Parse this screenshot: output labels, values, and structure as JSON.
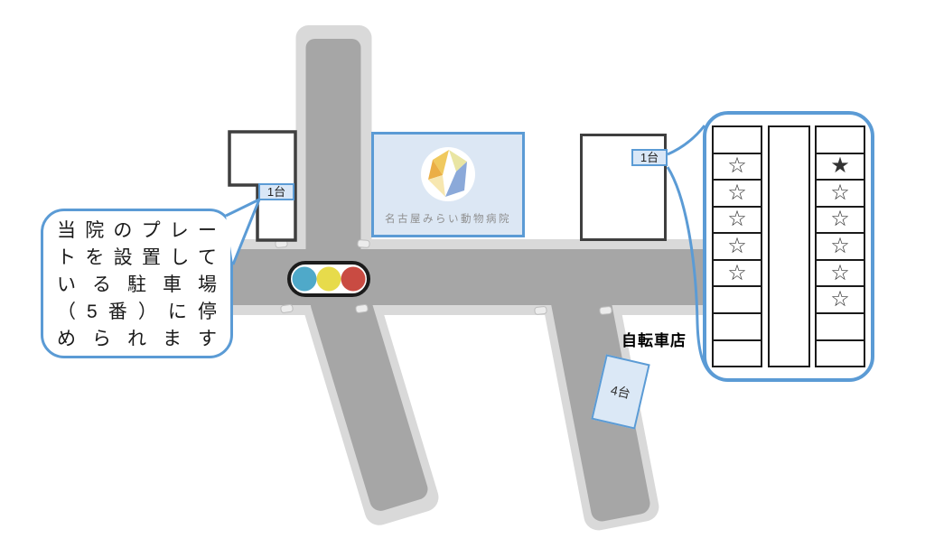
{
  "map_title": "animal-hospital-access-map",
  "colors": {
    "accent_blue": "#5b9bd5",
    "road_fill": "#a6a6a6",
    "road_edge": "#d9d9d9",
    "light_blue_fill": "#dbe8f6",
    "building_border": "#3f3f3f",
    "star_color": "#333333"
  },
  "speech_bubble": {
    "lines": [
      "当院のプレー",
      "トを設置して",
      "いる駐車場",
      "（5番）に停",
      "められます"
    ]
  },
  "hospital": {
    "name": "名古屋みらい動物病院"
  },
  "labels": {
    "left_parking": "1台",
    "right_parking": "1台"
  },
  "bicycle_shop": {
    "name": "自転車店",
    "parking_capacity": "4台"
  },
  "traffic_light": {
    "blue": "#4fa9c9",
    "yellow": "#e7db4b",
    "red": "#c94b42"
  },
  "parking_panel": {
    "left_col": [
      "",
      "☆",
      "☆",
      "☆",
      "☆",
      "☆",
      "",
      "",
      ""
    ],
    "right_col": [
      "",
      "★",
      "☆",
      "☆",
      "☆",
      "☆",
      "☆",
      "",
      ""
    ]
  }
}
